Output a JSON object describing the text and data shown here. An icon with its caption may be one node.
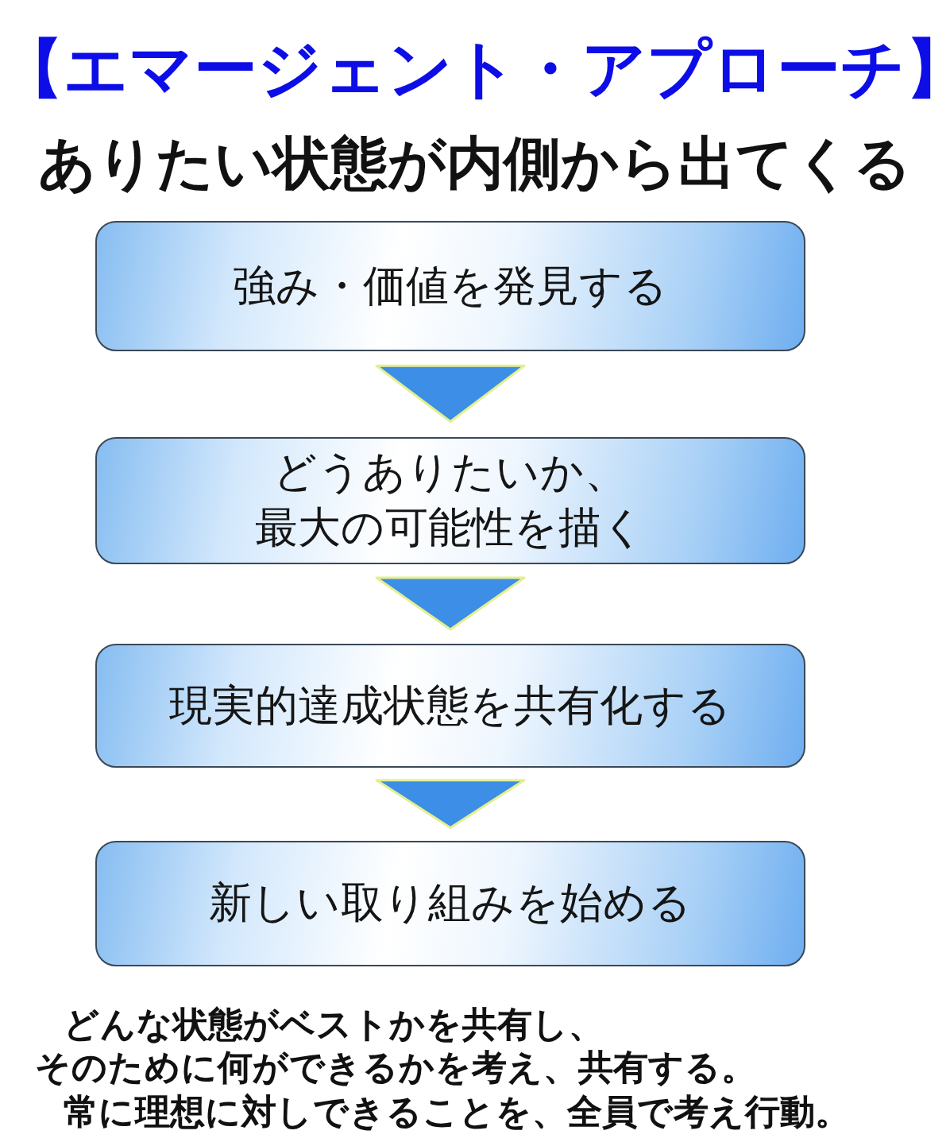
{
  "diagram": {
    "title": "【エマージェント・アプローチ】",
    "nodes": [
      {
        "text": [
          "強み・価値を発見する"
        ]
      },
      {
        "text": [
          "どうありたいか、最大の可能性を描く"
        ]
      },
      {
        "text": [
          "現実的達成状態を共有化する"
        ]
      },
      {
        "text": [
          "新しい取り組みを始める"
        ]
      }
    ],
    "edges": [
      {
        "from": 0,
        "to": 1,
        "arrow": "to"
      },
      {
        "from": 1,
        "to": 2,
        "arrow": "to"
      },
      {
        "from": 2,
        "to": 3,
        "arrow": "to"
      }
    ],
    "labels": [
      "ありたい状態が内側から出てくる",
      "どんな状態がベストかを共有し、",
      "そのために何ができるかを考え、共有する。",
      "常に理想に対しできることを、全員で考え行動。"
    ]
  }
}
